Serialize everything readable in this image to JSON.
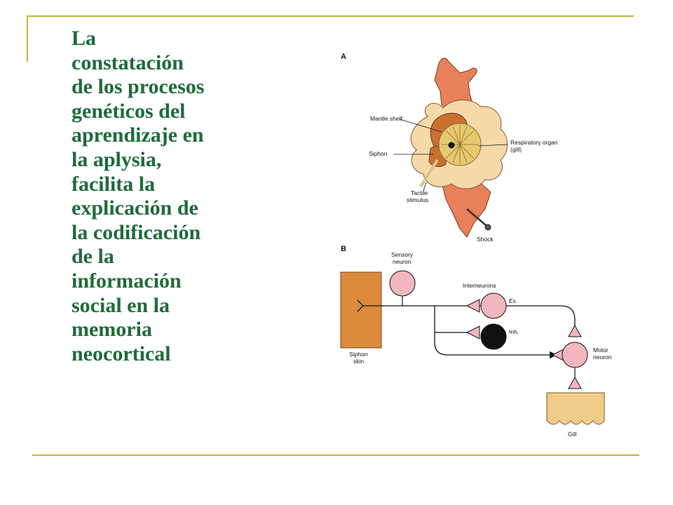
{
  "colors": {
    "rule": "#c8b43c",
    "text": "#1e6b3a",
    "body_pink": "#e8805a",
    "mantle_tan": "#f6d9a8",
    "mantle_brown": "#c8702e",
    "gill_yellow": "#e6c86e",
    "neuron_pink": "#f2b6bf",
    "siphon_orange": "#dc8a3c",
    "gill_tan": "#f0cc8a"
  },
  "slide": {
    "lines": [
      "La",
      "constatación",
      "de los procesos",
      "genéticos del",
      "aprendizaje en",
      "la aplysia,",
      "facilita la",
      "explicación de",
      "la codificación",
      "de la",
      "información",
      "social en la",
      "memoria",
      "neocortical"
    ]
  },
  "figure": {
    "panel_a": {
      "letter": "A",
      "mantle_shelf": "Mantle shelf",
      "siphon": "Siphon",
      "respiratory_1": "Respiratory organ",
      "respiratory_2": "(gill)",
      "tactile_1": "Tactile",
      "tactile_2": "stimulus",
      "shock": "Shock"
    },
    "panel_b": {
      "letter": "B",
      "sensory_1": "Sensory",
      "sensory_2": "neuron",
      "interneurons": "Interneurons",
      "ex": "Ex.",
      "inh": "Inh.",
      "siphon_1": "Siphon",
      "siphon_2": "skin",
      "motor_1": "Motor",
      "motor_2": "neuron",
      "gill": "Gill"
    }
  }
}
